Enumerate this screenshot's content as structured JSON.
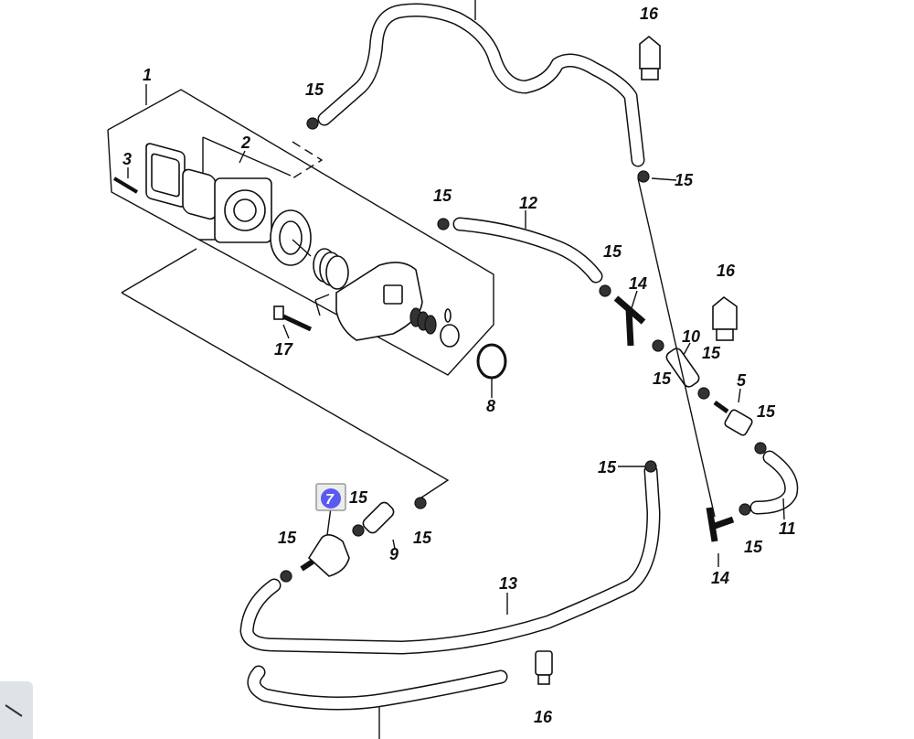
{
  "callouts": [
    {
      "id": "c1",
      "label": "1"
    },
    {
      "id": "c2",
      "label": "2"
    },
    {
      "id": "c3",
      "label": "3"
    },
    {
      "id": "c5",
      "label": "5"
    },
    {
      "id": "c7",
      "label": "7"
    },
    {
      "id": "c8",
      "label": "8"
    },
    {
      "id": "c9",
      "label": "9"
    },
    {
      "id": "c10",
      "label": "10"
    },
    {
      "id": "c11",
      "label": "11"
    },
    {
      "id": "c12",
      "label": "12"
    },
    {
      "id": "c13",
      "label": "13"
    },
    {
      "id": "c14a",
      "label": "14"
    },
    {
      "id": "c14b",
      "label": "14"
    },
    {
      "id": "c15a",
      "label": "15"
    },
    {
      "id": "c15b",
      "label": "15"
    },
    {
      "id": "c15c",
      "label": "15"
    },
    {
      "id": "c15d",
      "label": "15"
    },
    {
      "id": "c15e",
      "label": "15"
    },
    {
      "id": "c15f",
      "label": "15"
    },
    {
      "id": "c15g",
      "label": "15"
    },
    {
      "id": "c15h",
      "label": "15"
    },
    {
      "id": "c15i",
      "label": "15"
    },
    {
      "id": "c15j",
      "label": "15"
    },
    {
      "id": "c15k",
      "label": "15"
    },
    {
      "id": "c15l",
      "label": "15"
    },
    {
      "id": "c16a",
      "label": "16"
    },
    {
      "id": "c16b",
      "label": "16"
    },
    {
      "id": "c16c",
      "label": "16"
    },
    {
      "id": "c17",
      "label": "17"
    }
  ],
  "highlight": {
    "label": "7",
    "color": "#5a5af0"
  },
  "corner_button": {
    "icon": "collapse-arrow-icon"
  }
}
